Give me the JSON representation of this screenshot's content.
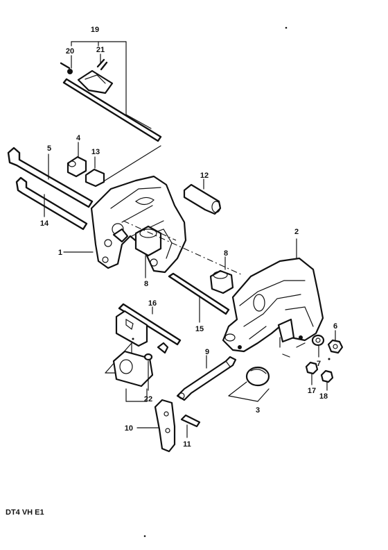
{
  "diagram_code": "DT4 VH E1",
  "callouts": {
    "c1": "1",
    "c2": "2",
    "c3": "3",
    "c4": "4",
    "c5": "5",
    "c6": "6",
    "c7": "7",
    "c8a": "8",
    "c8b": "8",
    "c9": "9",
    "c10": "10",
    "c11": "11",
    "c12": "12",
    "c13": "13",
    "c14": "14",
    "c15": "15",
    "c16": "16",
    "c17": "17",
    "c18": "18",
    "c19": "19",
    "c20": "20",
    "c21": "21",
    "c22": "22"
  }
}
